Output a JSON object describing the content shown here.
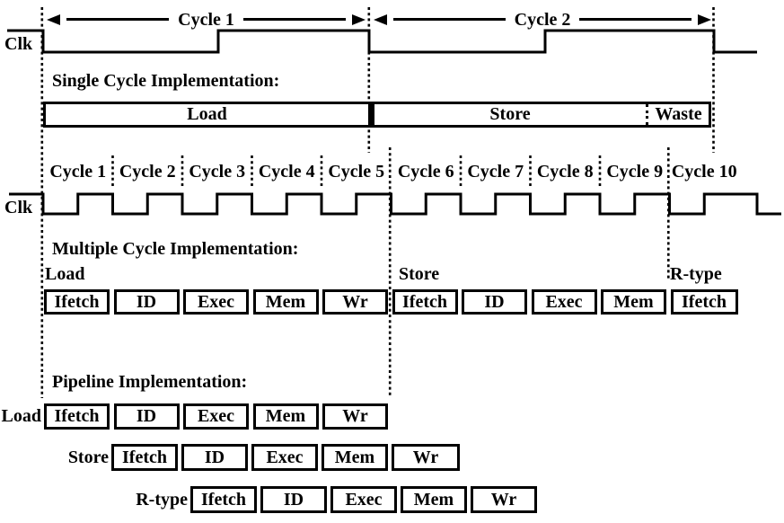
{
  "colors": {
    "ink": "#000000",
    "paper": "#ffffff"
  },
  "single_cycle": {
    "clk_label": "Clk",
    "cycle_labels": [
      "Cycle 1",
      "Cycle 2"
    ],
    "heading": "Single Cycle Implementation:",
    "segments": [
      "Load",
      "Store",
      "Waste"
    ]
  },
  "multi_cycle": {
    "clk_label": "Clk",
    "cycle_labels": [
      "Cycle 1",
      "Cycle 2",
      "Cycle 3",
      "Cycle 4",
      "Cycle 5",
      "Cycle 6",
      "Cycle 7",
      "Cycle 8",
      "Cycle 9",
      "Cycle 10"
    ],
    "heading": "Multiple Cycle Implementation:",
    "instructions": [
      {
        "name": "Load",
        "stages": [
          "Ifetch",
          "ID",
          "Exec",
          "Mem",
          "Wr"
        ]
      },
      {
        "name": "Store",
        "stages": [
          "Ifetch",
          "ID",
          "Exec",
          "Mem"
        ]
      },
      {
        "name": "R-type",
        "stages": [
          "Ifetch"
        ]
      }
    ]
  },
  "pipeline": {
    "heading": "Pipeline Implementation:",
    "rows": [
      {
        "name": "Load",
        "stages": [
          "Ifetch",
          "ID",
          "Exec",
          "Mem",
          "Wr"
        ]
      },
      {
        "name": "Store",
        "stages": [
          "Ifetch",
          "ID",
          "Exec",
          "Mem",
          "Wr"
        ]
      },
      {
        "name": "R-type",
        "stages": [
          "Ifetch",
          "ID",
          "Exec",
          "Mem",
          "Wr"
        ]
      }
    ]
  }
}
